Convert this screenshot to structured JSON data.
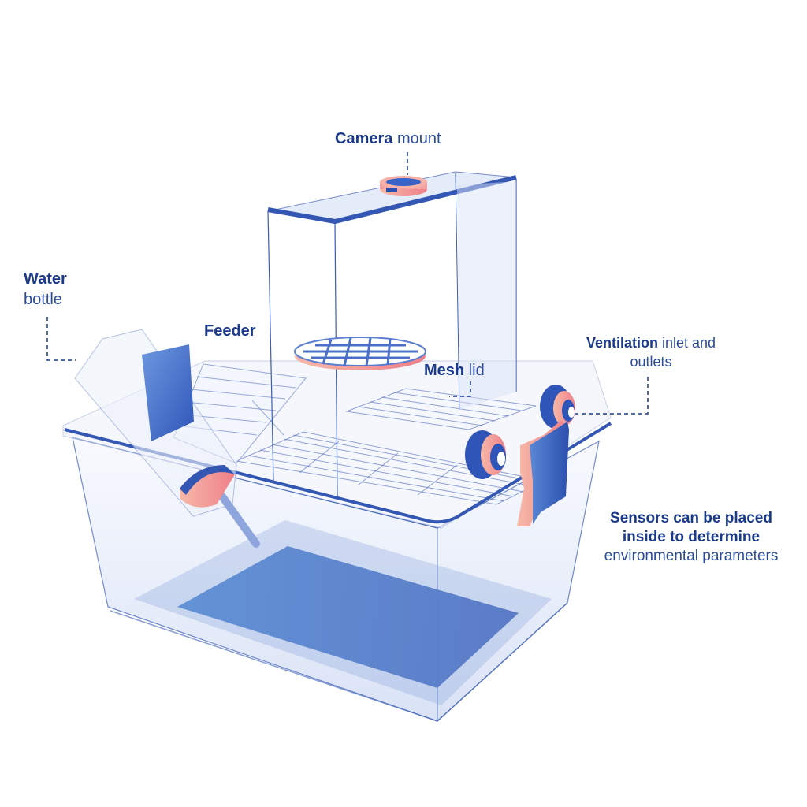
{
  "labels": {
    "camera": {
      "bold": "Camera",
      "rest": " mount"
    },
    "water": {
      "bold": "Water",
      "rest": "bottle"
    },
    "feeder": {
      "bold": "Feeder"
    },
    "mesh": {
      "bold": "Mesh",
      "rest": " lid"
    },
    "ventilation": {
      "bold": "Ventilation",
      "rest": " inlet and",
      "rest2": "outlets"
    },
    "sensors": {
      "line1": "Sensors can be placed",
      "line2": "inside to determine",
      "line3": "environmental parameters"
    }
  },
  "colors": {
    "outline": "#3b5bb5",
    "label": "#1c3a8a",
    "accent_pink": "#f4a3a0",
    "accent_blue": "#3a63c8",
    "glass": "#e8eefb",
    "floor": "#5b86cf"
  }
}
